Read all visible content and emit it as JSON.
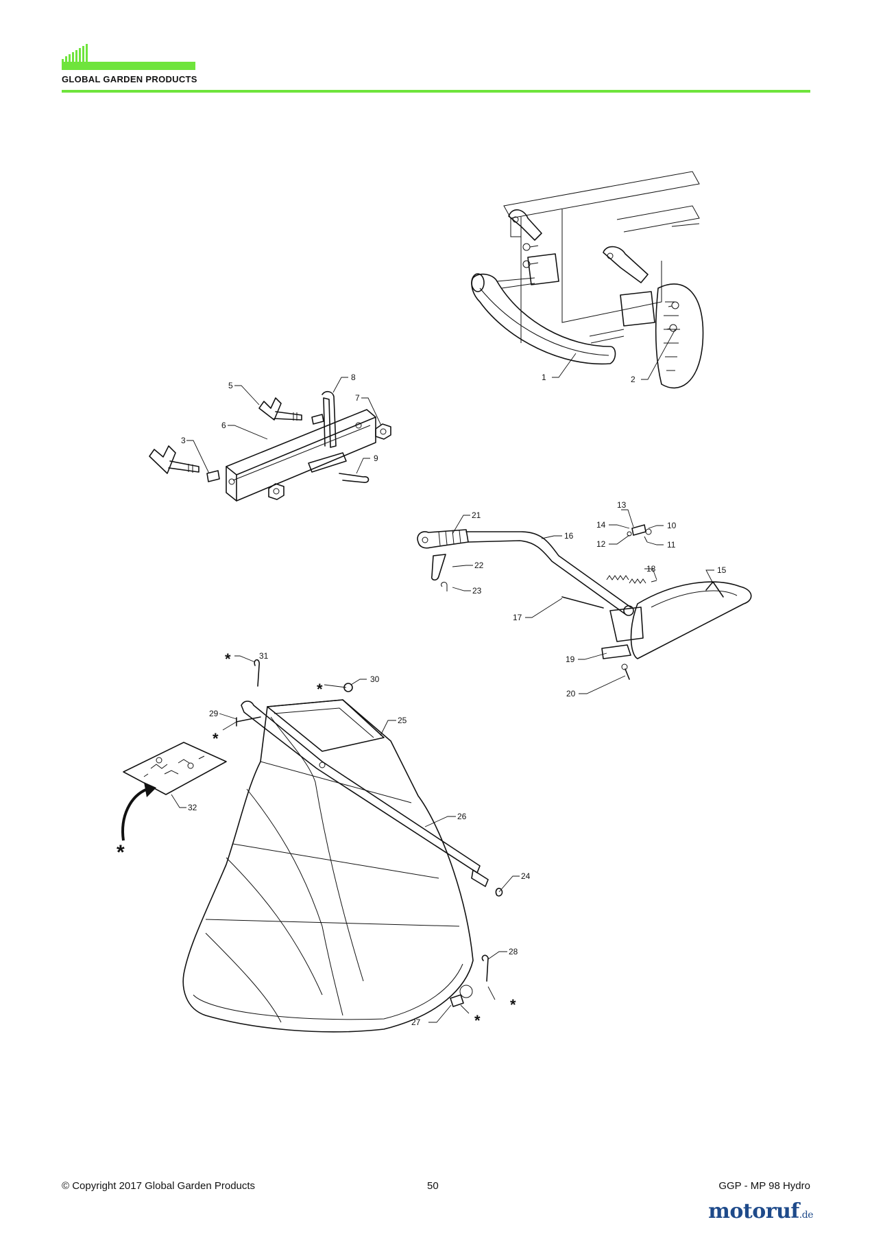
{
  "header": {
    "brand": "GLOBAL GARDEN PRODUCTS",
    "accent_color": "#6fe43c"
  },
  "labels": {
    "p1": "1",
    "p2": "2",
    "p3": "3",
    "p5": "5",
    "p6": "6",
    "p7": "7",
    "p8": "8",
    "p9": "9",
    "p10": "10",
    "p11": "11",
    "p12": "12",
    "p13": "13",
    "p14": "14",
    "p15": "15",
    "p16": "16",
    "p17": "17",
    "p18": "18",
    "p19": "19",
    "p20": "20",
    "p21": "21",
    "p22": "22",
    "p23": "23",
    "p24": "24",
    "p25": "25",
    "p26": "26",
    "p27": "27",
    "p28": "28",
    "p29": "29",
    "p30": "30",
    "p31": "31",
    "p32": "32",
    "asterisk": "*"
  },
  "footer": {
    "copyright": "© Copyright 2017 Global Garden Products",
    "page_number": "50",
    "model": "GGP - MP 98 Hydro"
  },
  "watermark": {
    "name": "motoruf",
    "suffix": ".de",
    "color": "#1e4a8a"
  }
}
